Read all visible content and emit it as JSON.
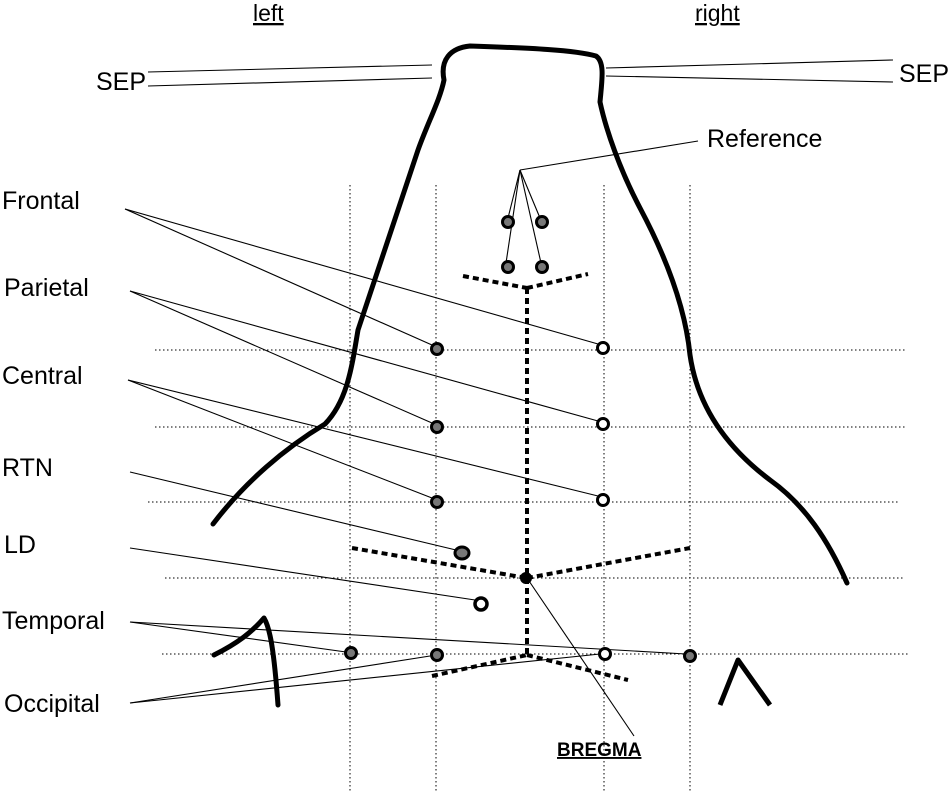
{
  "headers": {
    "left": "left",
    "right": "right"
  },
  "labels": {
    "sep": "SEP",
    "reference": "Reference",
    "frontal": "Frontal",
    "parietal": "Parietal",
    "central": "Central",
    "rtn": "RTN",
    "ld": "LD",
    "temporal": "Temporal",
    "occipital": "Occipital",
    "bregma": "BREGMA"
  }
}
